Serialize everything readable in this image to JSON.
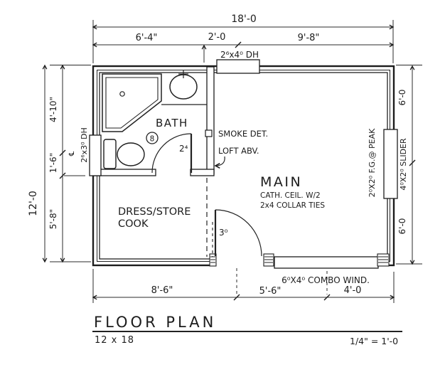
{
  "drawing": {
    "title": "FLOOR PLAN",
    "size_note": "12 x 18",
    "scale": "1/4\" = 1'-0"
  },
  "dims": {
    "top_overall": "18'-0",
    "top_seg1": "6'-4\"",
    "top_seg2": "2'-0",
    "top_seg3": "9'-8\"",
    "left_overall": "12'-0",
    "left_seg1": "4'-10\"",
    "left_seg2": "1'-6\"",
    "left_seg3": "5'-8\"",
    "right_seg1": "6'-0",
    "right_seg2": "6'-0",
    "bottom_seg1": "8'-6\"",
    "bottom_seg2": "5'-6\"",
    "bottom_seg3": "4'-0",
    "centerline_symbol": "℄"
  },
  "openings": {
    "top_window": "2⁶x4⁰ DH",
    "left_window": "2⁶x3⁰ DH",
    "right_slider": "4⁰X2⁰ SLIDER",
    "peak_glass": "2⁰X2⁰ F.G.@ PEAK",
    "combo_window": "6⁰X4⁰ COMBO WIND.",
    "bath_door": "2⁴",
    "entry_door": "3⁰"
  },
  "rooms": {
    "bath": "BATH",
    "main": "MAIN",
    "main_note1": "CATH. CEIL. W/2",
    "main_note2": "2x4 COLLAR TIES",
    "dress": "DRESS/STORE",
    "cook": "COOK"
  },
  "annotations": {
    "smoke": "SMOKE DET.",
    "loft": "LOFT ABV.",
    "fan_light": "8"
  },
  "colors": {
    "ink": "#1c1c1c",
    "paper": "#ffffff"
  }
}
